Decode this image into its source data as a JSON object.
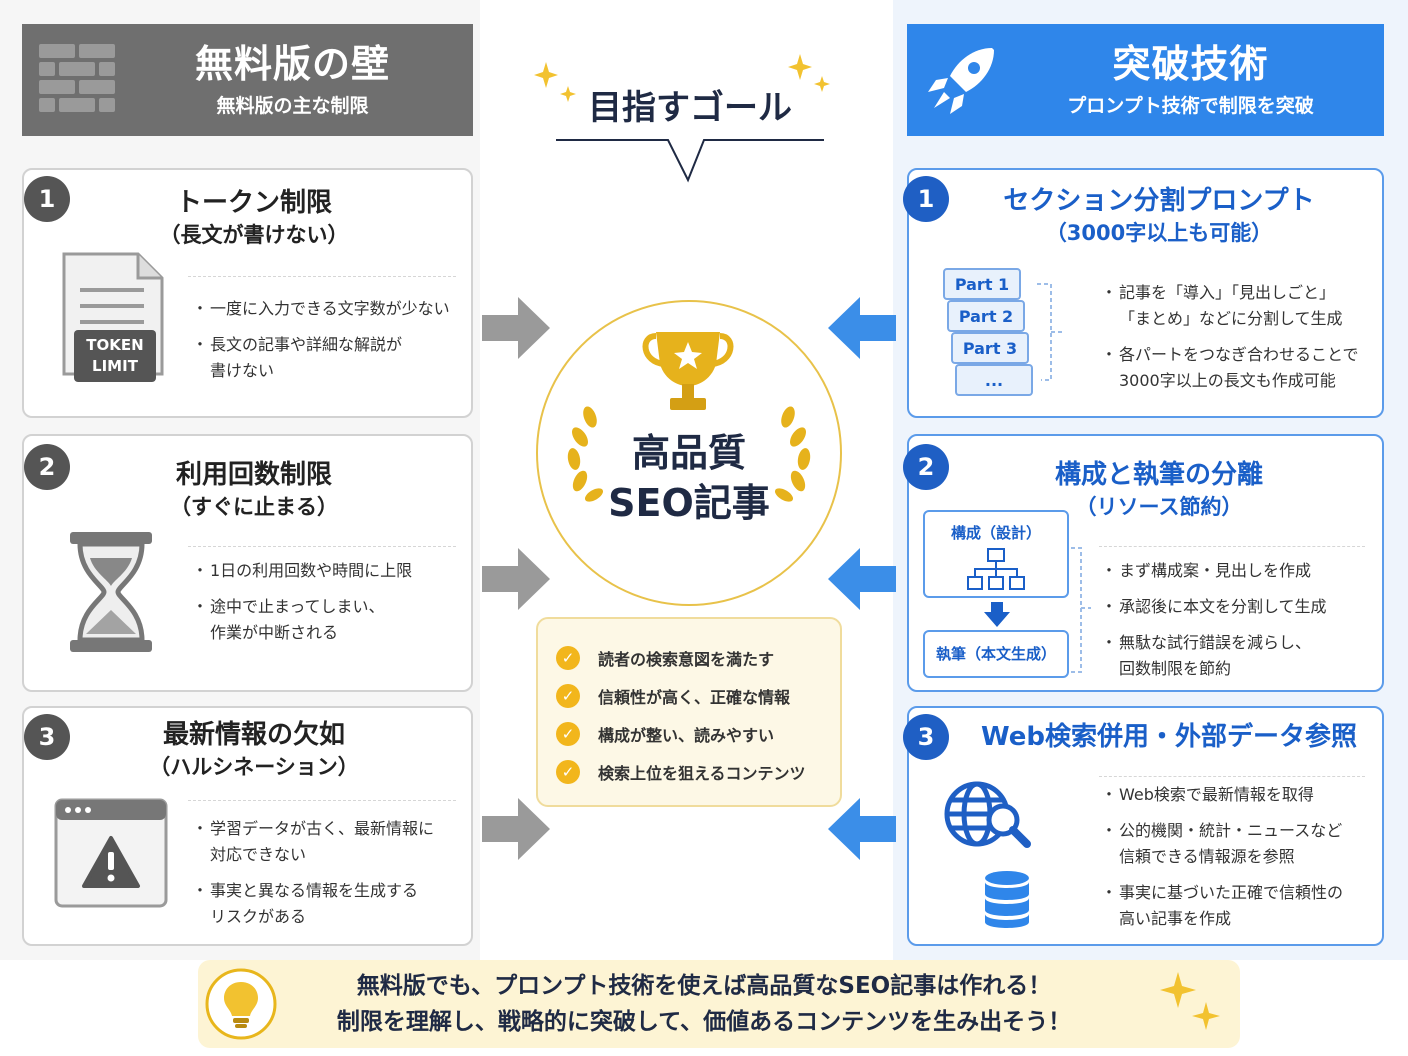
{
  "left_header": {
    "title": "無料版の壁",
    "subtitle": "無料版の主な制限"
  },
  "right_header": {
    "title": "突破技術",
    "subtitle": "プロンプト技術で制限を突破"
  },
  "goal": {
    "label": "目指すゴール",
    "center_line1": "高品質",
    "center_line2": "SEO記事",
    "checks": [
      "読者の検索意図を満たす",
      "信頼性が高く、正確な情報",
      "構成が整い、読みやすい",
      "検索上位を狙えるコンテンツ"
    ]
  },
  "limits": [
    {
      "num": "1",
      "title": "トークン制限",
      "subtitle": "（長文が書けない）",
      "badge_line1": "TOKEN",
      "badge_line2": "LIMIT",
      "bullets": [
        [
          "一度に入力できる文字数が少ない"
        ],
        [
          "長文の記事や詳細な解説が",
          "書けない"
        ]
      ]
    },
    {
      "num": "2",
      "title": "利用回数制限",
      "subtitle": "（すぐに止まる）",
      "bullets": [
        [
          "1日の利用回数や時間に上限"
        ],
        [
          "途中で止まってしまい、",
          "作業が中断される"
        ]
      ]
    },
    {
      "num": "3",
      "title": "最新情報の欠如",
      "subtitle": "（ハルシネーション）",
      "bullets": [
        [
          "学習データが古く、最新情報に",
          "対応できない"
        ],
        [
          "事実と異なる情報を生成する",
          "リスクがある"
        ]
      ]
    }
  ],
  "solutions": [
    {
      "num": "1",
      "title": "セクション分割プロンプト",
      "subtitle": "（3000字以上も可能）",
      "parts": [
        "Part 1",
        "Part 2",
        "Part 3",
        "..."
      ],
      "bullets": [
        [
          "記事を「導入」「見出しごと」",
          "「まとめ」などに分割して生成"
        ],
        [
          "各パートをつなぎ合わせることで",
          "3000字以上の長文も作成可能"
        ]
      ]
    },
    {
      "num": "2",
      "title": "構成と執筆の分離",
      "subtitle": "（リソース節約）",
      "flow_top": "構成（設計）",
      "flow_bottom": "執筆（本文生成）",
      "bullets": [
        [
          "まず構成案・見出しを作成"
        ],
        [
          "承認後に本文を分割して生成"
        ],
        [
          "無駄な試行錯誤を減らし、",
          "回数制限を節約"
        ]
      ]
    },
    {
      "num": "3",
      "title": "Web検索併用・外部データ参照",
      "subtitle": "",
      "bullets": [
        [
          "Web検索で最新情報を取得"
        ],
        [
          "公的機関・統計・ニュースなど",
          "信頼できる情報源を参照"
        ],
        [
          "事実に基づいた正確で信頼性の",
          "高い記事を作成"
        ]
      ]
    }
  ],
  "bottom": {
    "line1": "無料版でも、プロンプト技術を使えば高品質なSEO記事は作れる！",
    "line2": "制限を理解し、戦略的に突破して、価値あるコンテンツを生み出そう！"
  },
  "colors": {
    "gray": "#6f6f6f",
    "blue": "#2f86ea",
    "gold": "#e8b61c"
  },
  "icons": {
    "left_header": "brick-wall-icon",
    "right_header": "rocket-icon",
    "center": "trophy-icon",
    "bottom": "lightbulb-icon"
  }
}
